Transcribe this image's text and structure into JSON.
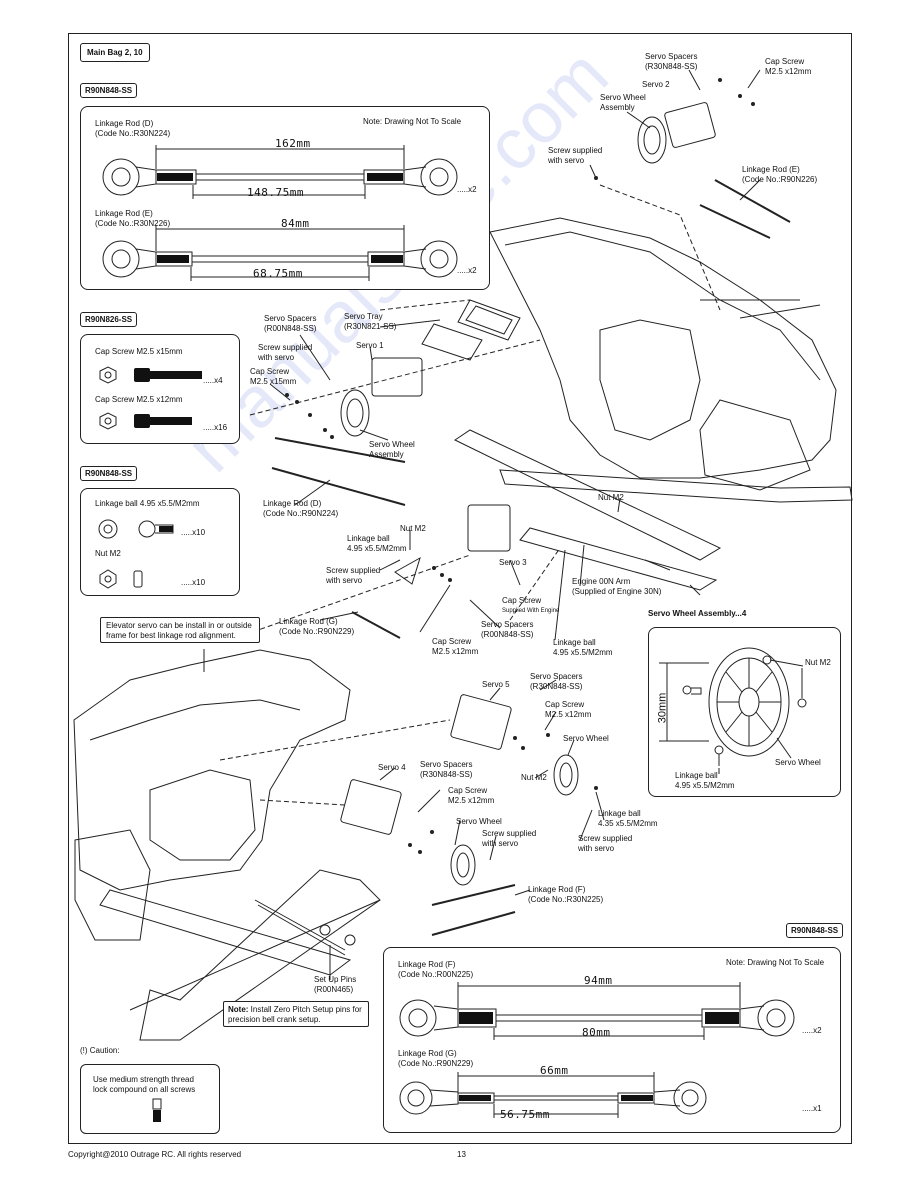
{
  "header": {
    "bag": "Main Bag 2, 10"
  },
  "pack_codes": {
    "top": "R90N848-SS",
    "cap_screws": "R90N826-SS",
    "linkage_ball": "R90N848-SS",
    "bottom": "R90N848-SS"
  },
  "rods_top": {
    "note": "Note: Drawing Not To Scale",
    "rod_d": {
      "name": "Linkage Rod (D)",
      "code": "(Code No.:R30N224)",
      "overall": "162mm",
      "inner": "148.75mm",
      "qty": ".....x2"
    },
    "rod_e": {
      "name": "Linkage Rod (E)",
      "code": "(Code No.:R30N226)",
      "overall": "84mm",
      "inner": "68.75mm",
      "qty": ".....x2"
    }
  },
  "cap_screws": {
    "first": "Cap Screw M2.5 x15mm",
    "first_qty": ".....x4",
    "second": "Cap Screw M2.5 x12mm",
    "second_qty": ".....x16"
  },
  "ball_box": {
    "ball": "Linkage ball 4.95 x5.5/M2mm",
    "ball_qty": ".....x10",
    "nut": "Nut M2",
    "nut_qty": ".....x10"
  },
  "elevator_note": "Elevator servo can be install in or outside\nframe for best linkage rod alignment.",
  "callouts": {
    "servo_spacers_top": "Servo Spacers\n(R30N848-SS)",
    "cap_screw_top": "Cap Screw\nM2.5 x12mm",
    "servo2": "Servo 2",
    "servo_wheel_assembly_top": "Servo Wheel\nAssembly",
    "screw_supplied_top": "Screw supplied\nwith servo",
    "rod_e_top": "Linkage Rod (E)\n(Code No.:R90N226)",
    "servo_spacers_left": "Servo Spacers\n(R00N848-SS)",
    "servo_tray": "Servo Tray\n(R30N821-SS)",
    "screw_supplied_left": "Screw supplied\nwith servo",
    "servo1": "Servo 1",
    "cap_screw_15": "Cap Screw\nM2.5 x15mm",
    "servo_wheel_assembly_left": "Servo Wheel\nAssembly",
    "rod_d_mid": "Linkage Rod (D)\n(Code No.:R90N224)",
    "nut_m2_right": "Nut M2",
    "nut_m2_mid": "Nut M2",
    "linkage_ball_mid": "Linkage ball\n4.95 x5.5/M2mm",
    "screw_supplied_mid": "Screw supplied\nwith servo",
    "servo3": "Servo 3",
    "engine_arm": "Engine 00N Arm\n(Supplied of Engine 30N)",
    "cap_screw_engine": "Cap Screw",
    "supplied_engine": "Supplied With Engine",
    "servo_spacers_mid": "Servo Spacers\n(R00N848-SS)",
    "rod_g_mid": "Linkage Rod (G)\n(Code No.:R90N229)",
    "cap_screw_12_mid": "Cap Screw\nM2.5 x12mm",
    "linkage_ball_mid2": "Linkage ball\n4.95 x5.5/M2mm",
    "servo5": "Servo 5",
    "servo_spacers_5": "Servo Spacers\n(R30N848-SS)",
    "cap_screw_5": "Cap Screw\nM2.5 x12mm",
    "servo_wheel_5": "Servo Wheel",
    "nut_m2_5": "Nut M2",
    "servo4": "Servo 4",
    "servo_spacers_4": "Servo Spacers\n(R30N848-SS)",
    "cap_screw_4": "Cap Screw\nM2.5 x12mm",
    "servo_wheel_4": "Servo Wheel",
    "screw_supplied_4": "Screw supplied\nwith servo",
    "linkage_ball_right": "Linkage ball\n4.35 x5.5/M2mm",
    "screw_supplied_right": "Screw supplied\nwith servo",
    "rod_f_mid": "Linkage Rod (F)\n(Code No.:R30N225)",
    "setup_pins": "Set Up Pins\n(R00N465)"
  },
  "wheel_assembly": {
    "title": "Servo Wheel Assembly...4",
    "dim": "30mm",
    "nut": "Nut M2",
    "ball": "Linkage ball\n4.95 x5.5/M2mm",
    "wheel": "Servo Wheel"
  },
  "note_pitch": {
    "bold": "Note:",
    "text": " Install Zero Pitch Setup pins for\nprecision bell crank setup."
  },
  "caution": {
    "title": "(!) Caution:",
    "text": "Use medium strength thread\nlock compound on all screws"
  },
  "rods_bottom": {
    "note": "Note: Drawing Not To Scale",
    "rod_f": {
      "name": "Linkage Rod (F)",
      "code": "(Code No.:R00N225)",
      "overall": "94mm",
      "inner": "80mm",
      "qty": ".....x2"
    },
    "rod_g": {
      "name": "Linkage Rod (G)",
      "code": "(Code No.:R90N229)",
      "overall": "66mm",
      "inner": "56.75mm",
      "qty": ".....x1"
    }
  },
  "footer": {
    "copyright": "Copyright@2010 Outrage RC. All rights reserved",
    "page": "13"
  },
  "watermark": "manualshive.com"
}
